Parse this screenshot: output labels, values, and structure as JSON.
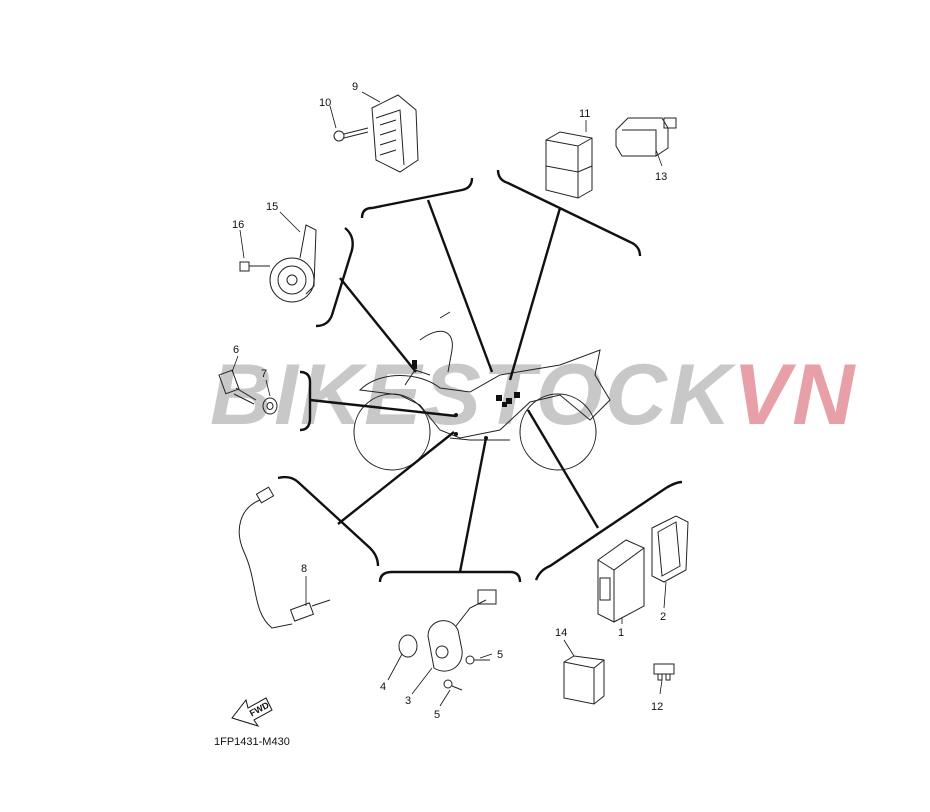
{
  "watermark": {
    "part1": "BIKESTOCK",
    "part2": "VN",
    "color1": "#c8c8c8",
    "color2": "#e8a0a8"
  },
  "diagram_code": "1FP1431-M430",
  "fwd_label": "FWD",
  "callouts": {
    "c1": "1",
    "c2": "2",
    "c3": "3",
    "c4": "4",
    "c5a": "5",
    "c5b": "5",
    "c6": "6",
    "c7": "7",
    "c8": "8",
    "c9": "9",
    "c10": "10",
    "c11": "11",
    "c12": "12",
    "c13": "13",
    "c14": "14",
    "c15": "15",
    "c16": "16"
  },
  "icons": [
    "rectifier-regulator-icon",
    "relay-icon",
    "switch-icon",
    "horn-icon",
    "sensor-icon",
    "washer-icon",
    "o2-sensor-icon",
    "ecu-icon",
    "cover-icon",
    "throttle-sensor-icon",
    "o-ring-icon",
    "screw-icon",
    "fuse-icon",
    "motorcycle-outline-icon"
  ]
}
